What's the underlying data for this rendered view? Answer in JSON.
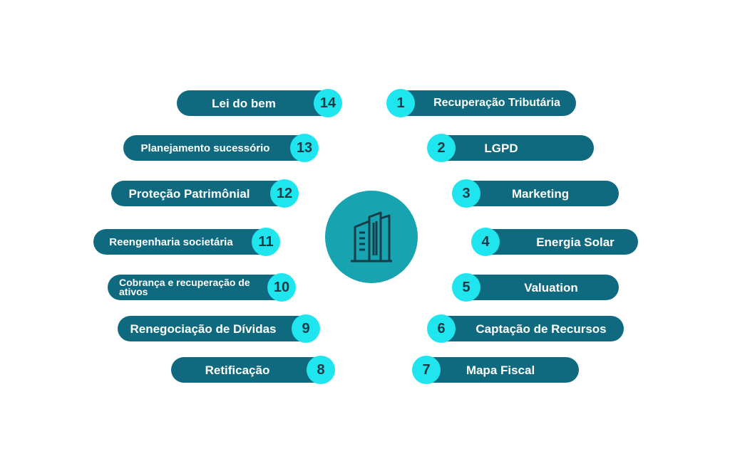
{
  "center": {
    "icon": "building-icon"
  },
  "colors": {
    "pill": "#0f6a7f",
    "badge": "#1fe6ee",
    "badge_text": "#173c48",
    "center": "#17a3b0"
  },
  "left_items": [
    {
      "number": "14",
      "label": "Lei do bem"
    },
    {
      "number": "13",
      "label": "Planejamento sucessório"
    },
    {
      "number": "12",
      "label": "Proteção Patrimônial"
    },
    {
      "number": "11",
      "label": "Reengenharia societária"
    },
    {
      "number": "10",
      "label": "Cobrança e recuperação de ativos"
    },
    {
      "number": "9",
      "label": "Renegociação de Dívidas"
    },
    {
      "number": "8",
      "label": "Retificação"
    }
  ],
  "right_items": [
    {
      "number": "1",
      "label": "Recuperação Tributária"
    },
    {
      "number": "2",
      "label": "LGPD"
    },
    {
      "number": "3",
      "label": "Marketing"
    },
    {
      "number": "4",
      "label": "Energia Solar"
    },
    {
      "number": "5",
      "label": "Valuation"
    },
    {
      "number": "6",
      "label": "Captação de Recursos"
    },
    {
      "number": "7",
      "label": "Mapa Fiscal"
    }
  ]
}
